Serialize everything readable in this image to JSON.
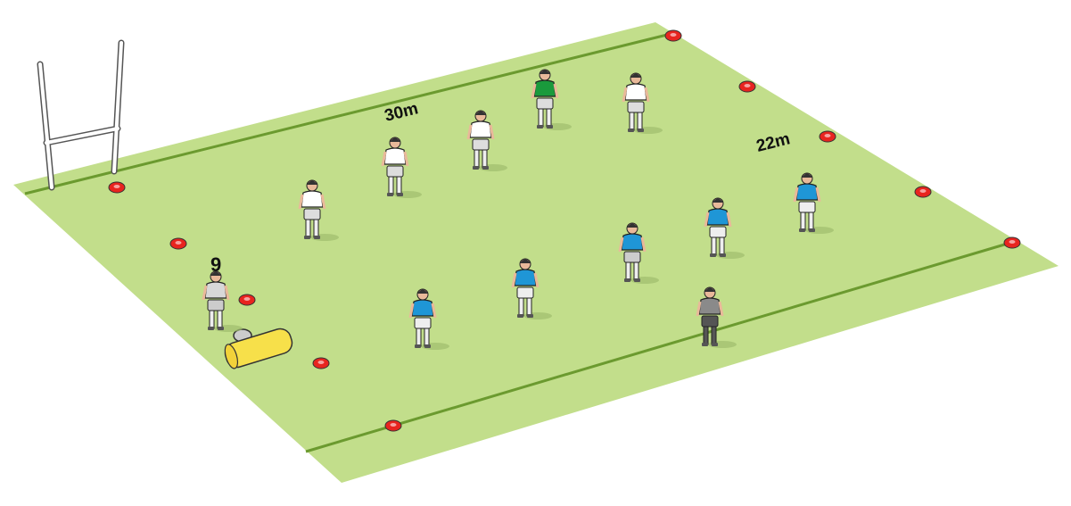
{
  "labels": {
    "line_30m": "30m",
    "line_22m": "22m",
    "scrum_half_number": "9"
  },
  "colors": {
    "pitch": "#c2de8b",
    "pitch_line": "#6b9a2f",
    "cone": "#e8241f",
    "tackle_bag": "#f7e04a",
    "attack_shirt": "#ffffff",
    "defence_shirt": "#1f96d6",
    "green_shirt": "#1a9a3c",
    "scrum_half_shirt": "#d8d8d8",
    "referee_shirt": "#8a8a8a"
  },
  "icons": {
    "goal_posts": "goal-posts-icon",
    "cone": "cone-icon",
    "tackle_bag": "tackle-bag-icon",
    "ball": "rugby-ball-icon",
    "player": "player-icon"
  }
}
